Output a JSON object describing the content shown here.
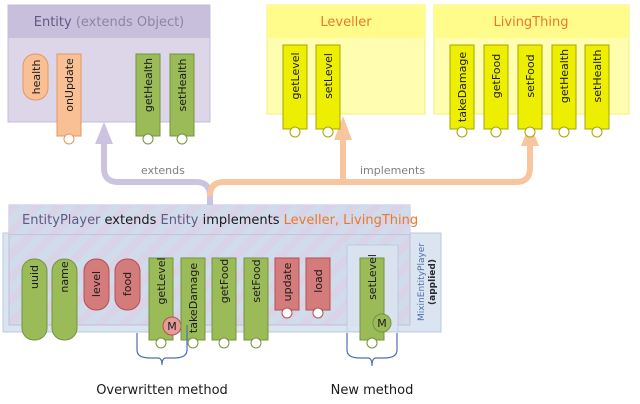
{
  "colors": {
    "entity_header": "#c8bfdc",
    "entity_body": "#dcd6e8",
    "entity_border": "#c5bcd9",
    "interface_header": "#fffc8c",
    "interface_body": "#fffdb0",
    "interface_border": "#f2ef7a",
    "field_orange": "#f9c096",
    "field_orange_border": "#e49660",
    "method_green": "#9bbb59",
    "method_green_border": "#76933c",
    "method_yellow": "#eeee00",
    "method_yellow_border": "#a5a500",
    "field_red": "#d47b7b",
    "field_red_border": "#b25050",
    "marker_green": "#9bbb59",
    "marker_red": "#e89a9a",
    "extends_arrow": "#c8bfdc",
    "implements_arrow": "#f9c096",
    "mixin_box": "#dbe5f1",
    "mixin_border": "#b8c9e0",
    "brace": "#4f6fa8",
    "orange_text": "#e8792b",
    "purple_text": "#5f5a82"
  },
  "entity": {
    "title_main": "Entity",
    "title_suffix": " (extends Object)",
    "fields": [
      {
        "label": "health",
        "kind": "field"
      }
    ],
    "methods": [
      {
        "label": "onUpdate",
        "color": "orange"
      },
      {
        "label": "getHealth",
        "color": "green"
      },
      {
        "label": "setHealth",
        "color": "green"
      }
    ]
  },
  "leveller": {
    "title": "Leveller",
    "methods": [
      {
        "label": "getLevel"
      },
      {
        "label": "setLevel"
      }
    ]
  },
  "livingthing": {
    "title": "LivingThing",
    "methods": [
      {
        "label": "takeDamage"
      },
      {
        "label": "getFood"
      },
      {
        "label": "setFood"
      },
      {
        "label": "getHealth"
      },
      {
        "label": "setHealth"
      }
    ]
  },
  "arrows": {
    "extends_label": "extends",
    "implements_label": "implements"
  },
  "player": {
    "title_class": "EntityPlayer",
    "title_extends": " extends ",
    "title_parent": "Entity",
    "title_implements": " implements ",
    "title_interfaces": "Leveller, LivingThing",
    "fields": [
      {
        "label": "uuid",
        "color": "green"
      },
      {
        "label": "name",
        "color": "green"
      },
      {
        "label": "level",
        "color": "red"
      },
      {
        "label": "food",
        "color": "red"
      }
    ],
    "methods": [
      {
        "label": "getLevel",
        "color": "green",
        "marker": "M"
      },
      {
        "label": "takeDamage",
        "color": "green"
      },
      {
        "label": "getFood",
        "color": "green"
      },
      {
        "label": "setFood",
        "color": "green"
      },
      {
        "label": "update",
        "color": "red"
      },
      {
        "label": "load",
        "color": "red"
      },
      {
        "label": "setLevel",
        "color": "green",
        "marker": "M"
      }
    ]
  },
  "mixin": {
    "name": "MixinEntityPlayer",
    "status": "(applied)",
    "marker_label": "M"
  },
  "captions": {
    "overwritten": "Overwritten method",
    "new": "New method"
  }
}
